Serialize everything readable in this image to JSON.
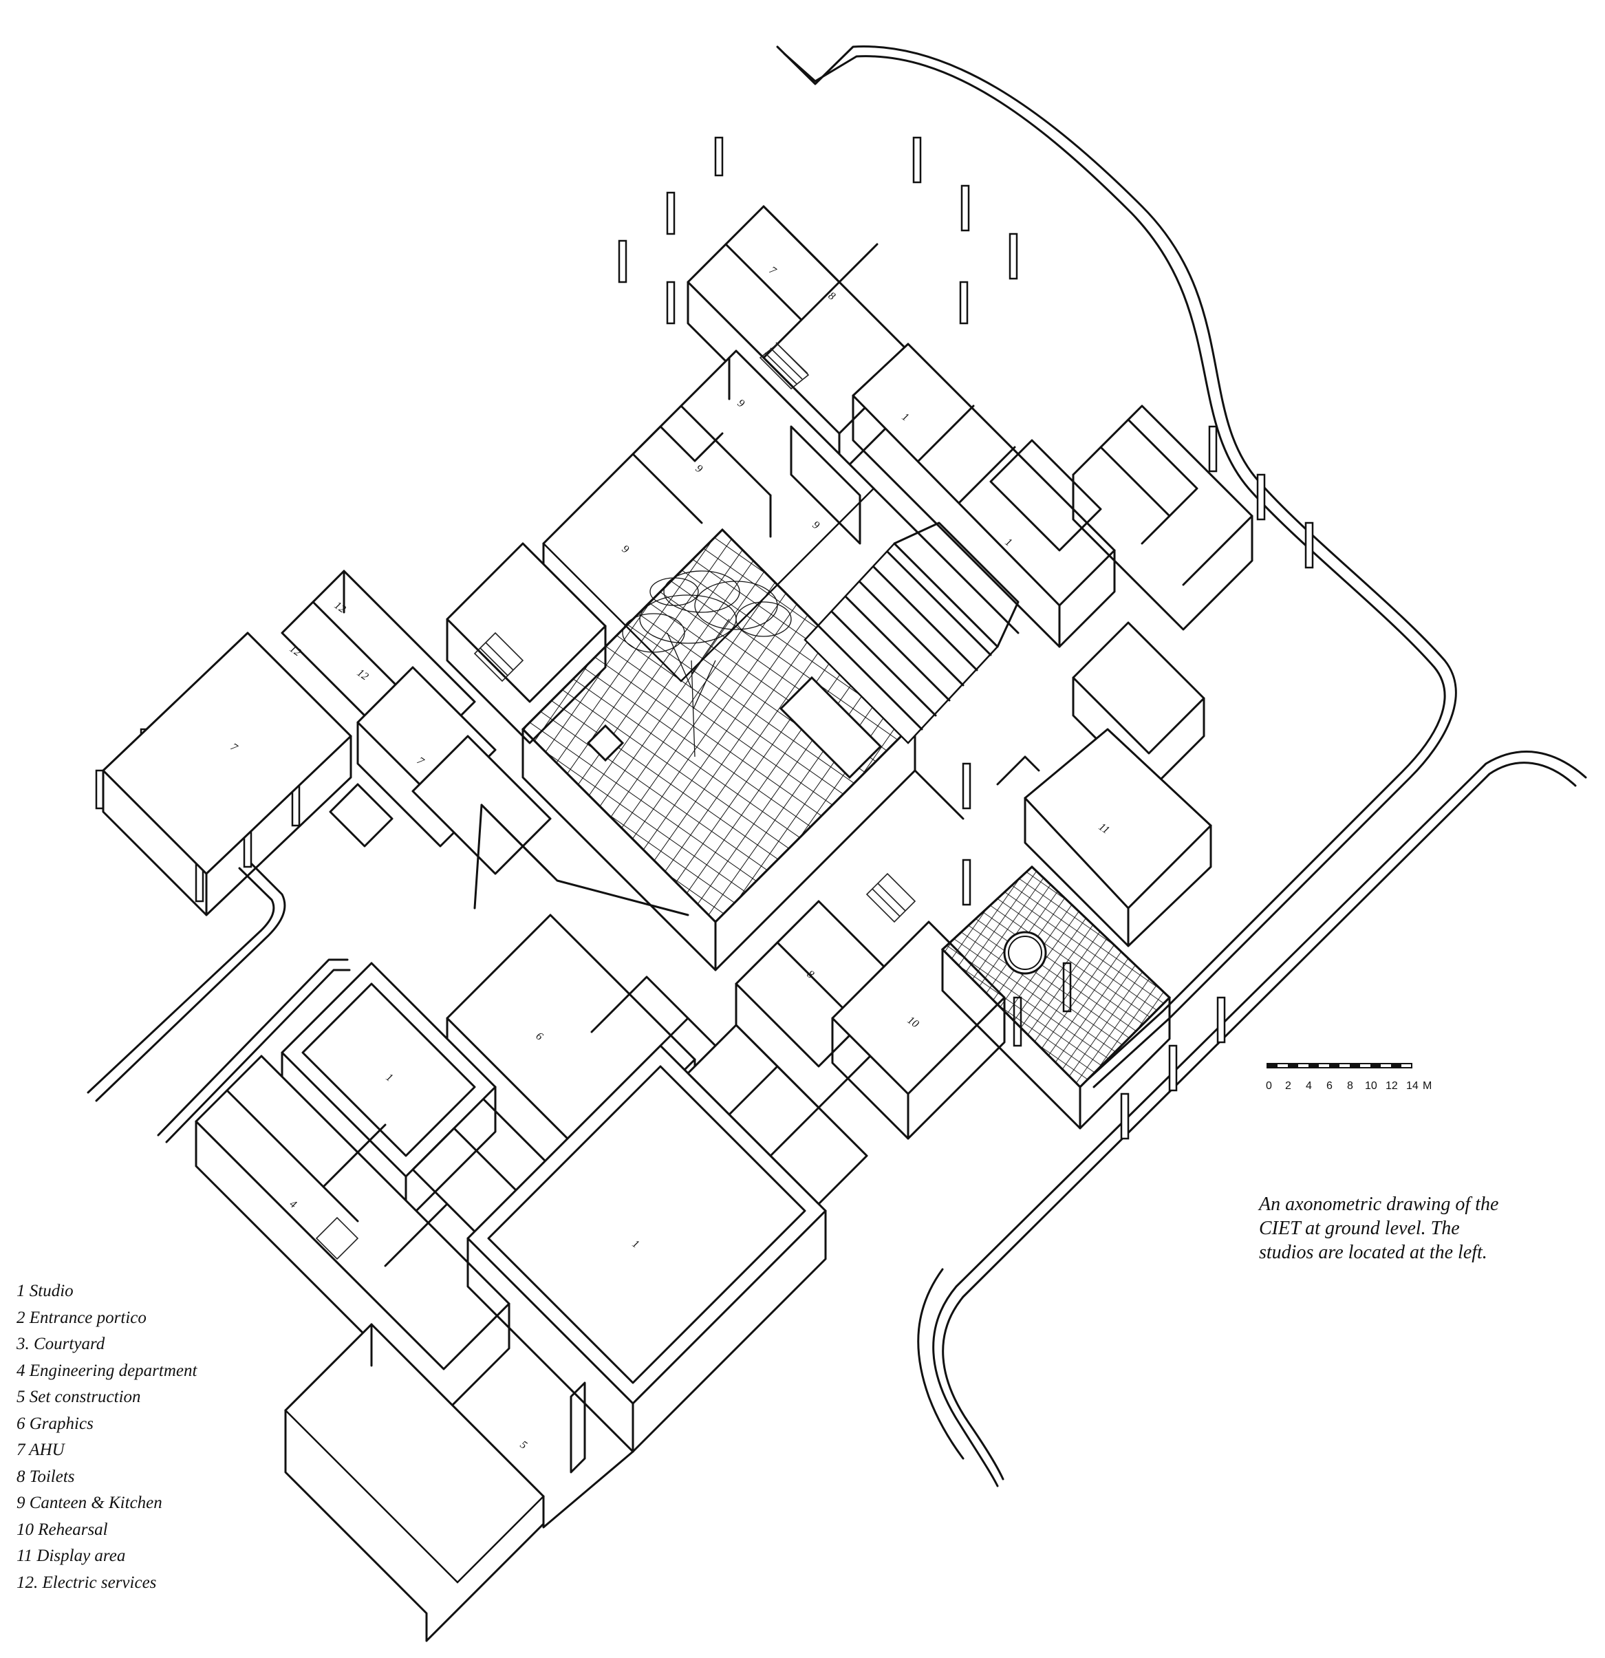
{
  "caption": {
    "line1": "An axonometric drawing of the",
    "line2": "CIET at ground level. The",
    "line3": "studios are located at the left."
  },
  "legend": [
    "1  Studio",
    "2  Entrance portico",
    "3. Courtyard",
    "4  Engineering department",
    "5  Set construction",
    "6  Graphics",
    "7  AHU",
    "8  Toilets",
    "9  Canteen & Kitchen",
    "10  Rehearsal",
    "11  Display area",
    "12. Electric services"
  ],
  "scale_bar": {
    "ticks": [
      "0",
      "2",
      "4",
      "6",
      "8",
      "10",
      "12",
      "14"
    ],
    "unit": "M"
  },
  "room_labels": {
    "studio_top": "1",
    "studio_left": "1",
    "studio_bottom": "1",
    "studio_east": "1",
    "ahu_north": "7",
    "ahu_west": "7",
    "ahu_mid": "7",
    "toilets_north": "8",
    "toilets_mid": "8",
    "canteen_a": "9",
    "canteen_b": "9",
    "canteen_c": "9",
    "canteen_d": "9",
    "electric_a": "12",
    "electric_b": "12",
    "electric_c": "12",
    "engineering": "4",
    "set_construction": "5",
    "graphics": "6",
    "rehearsal": "10",
    "display": "11"
  }
}
